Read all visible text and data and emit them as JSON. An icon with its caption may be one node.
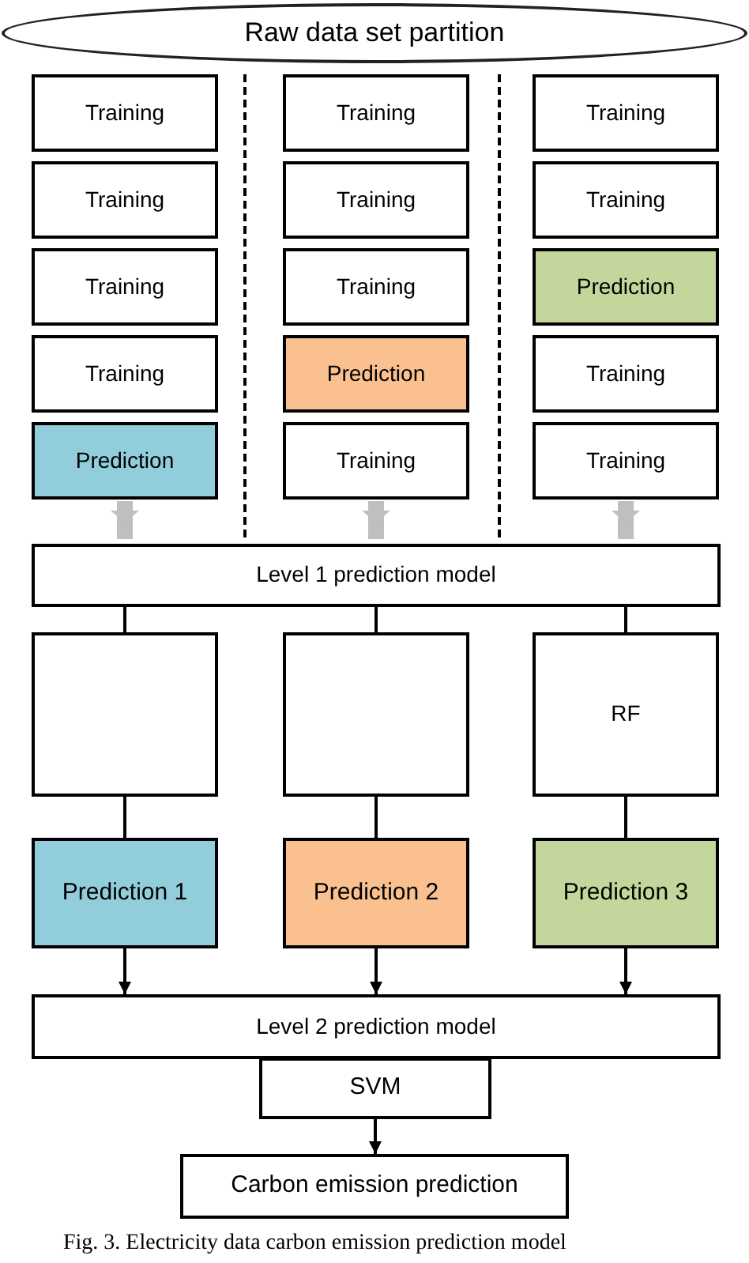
{
  "diagram": {
    "caption": "Fig. 3. Electricity data carbon emission prediction model",
    "nodes": [
      {
        "text": [
          "Raw data set partition"
        ]
      },
      {
        "text": [
          "Training"
        ]
      },
      {
        "text": [
          "Training"
        ]
      },
      {
        "text": [
          "Training"
        ]
      },
      {
        "text": [
          "Training"
        ]
      },
      {
        "text": [
          "Prediction"
        ]
      },
      {
        "text": [
          "Training"
        ]
      },
      {
        "text": [
          "Training"
        ]
      },
      {
        "text": [
          "Training"
        ]
      },
      {
        "text": [
          "Prediction"
        ]
      },
      {
        "text": [
          "Training"
        ]
      },
      {
        "text": [
          "Training"
        ]
      },
      {
        "text": [
          "Training"
        ]
      },
      {
        "text": [
          "Prediction"
        ]
      },
      {
        "text": [
          "Training"
        ]
      },
      {
        "text": [
          "Training"
        ]
      },
      {
        "text": [
          "Level 1 prediction model"
        ]
      },
      {
        "text": [],
        "shape": "box"
      },
      {
        "text": [],
        "shape": "box"
      },
      {
        "text": [
          "RF"
        ]
      },
      {
        "text": [
          "Prediction 1"
        ]
      },
      {
        "text": [
          "Prediction 2"
        ]
      },
      {
        "text": [
          "Prediction 3"
        ]
      },
      {
        "text": [
          "Level 2 prediction model"
        ]
      },
      {
        "text": [
          "SVM"
        ]
      },
      {
        "text": [
          "Carbon emission prediction"
        ]
      }
    ],
    "edges": [
      {
        "from": 5,
        "to": 16,
        "arrow": "to",
        "style": "thick",
        "color": "#bfbfbf"
      },
      {
        "from": 10,
        "to": 16,
        "arrow": "to",
        "style": "thick",
        "color": "#bfbfbf"
      },
      {
        "from": 15,
        "to": 16,
        "arrow": "to",
        "style": "thick",
        "color": "#bfbfbf"
      },
      {
        "from": 16,
        "to": 17,
        "arrow": "none"
      },
      {
        "from": 16,
        "to": 18,
        "arrow": "none"
      },
      {
        "from": 16,
        "to": 19,
        "arrow": "none"
      },
      {
        "from": 17,
        "to": 20,
        "arrow": "none"
      },
      {
        "from": 18,
        "to": 21,
        "arrow": "none"
      },
      {
        "from": 19,
        "to": 22,
        "arrow": "none"
      },
      {
        "from": 20,
        "to": 23,
        "arrow": "to"
      },
      {
        "from": 21,
        "to": 23,
        "arrow": "to"
      },
      {
        "from": 22,
        "to": 23,
        "arrow": "to"
      },
      {
        "from": 24,
        "to": 25,
        "arrow": "to"
      }
    ]
  }
}
